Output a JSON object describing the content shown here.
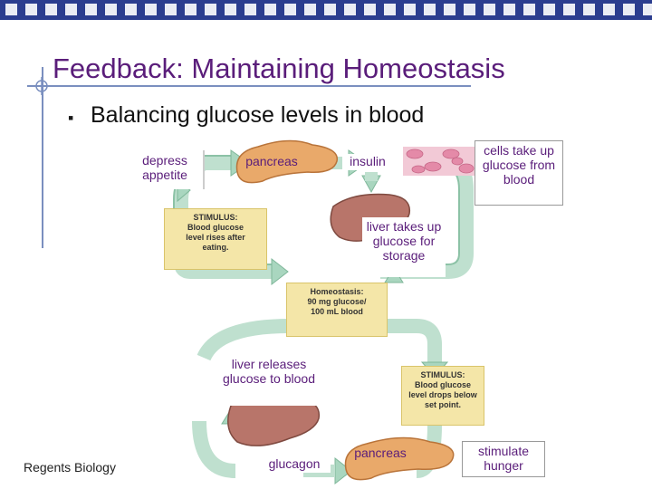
{
  "slide": {
    "title": "Feedback: Maintaining Homeostasis",
    "bullet": "Balancing glucose levels in blood",
    "footer": "Regents Biology"
  },
  "diagram": {
    "labels": {
      "depress_appetite": "depress appetite",
      "pancreas_top": "pancreas",
      "insulin": "insulin",
      "cells_take_up": "cells take up glucose from blood",
      "liver_takes_up": "liver takes up glucose for storage",
      "liver_releases": "liver releases glucose to blood",
      "glucagon": "glucagon",
      "pancreas_bottom": "pancreas",
      "stimulate_hunger": "stimulate hunger"
    },
    "boxes": {
      "stimulus_high_head": "STIMULUS:",
      "stimulus_high_body": "Blood glucose level rises after eating.",
      "homeostasis_head": "Homeostasis:",
      "homeostasis_body": "90 mg glucose/ 100 mL blood",
      "stimulus_low_head": "STIMULUS:",
      "stimulus_low_body": "Blood glucose level drops below set point."
    }
  }
}
